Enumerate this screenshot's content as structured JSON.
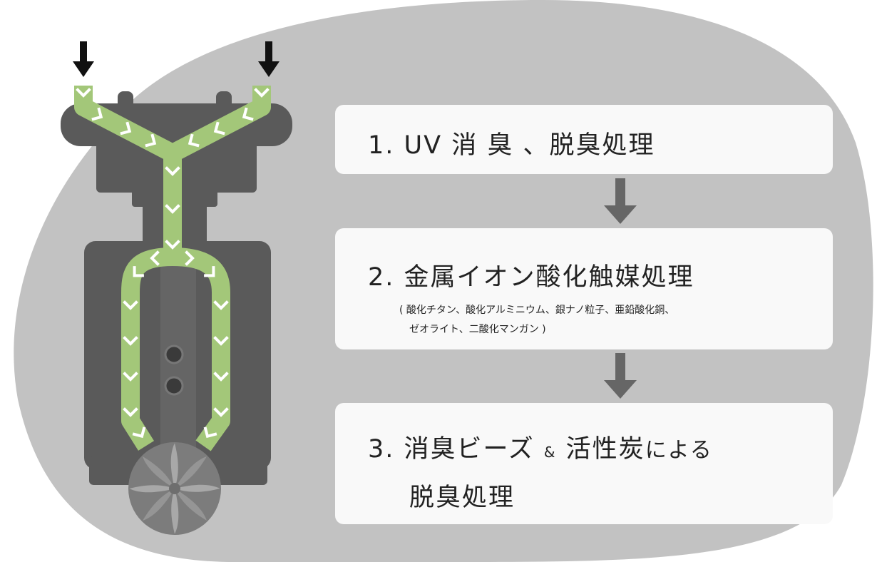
{
  "colors": {
    "background_blob": "#c2c2c2",
    "card": "#f9f9f9",
    "flow_green": "#a3c779",
    "chevron": "#ffffff",
    "device_gray": "#5a5a5a",
    "connector_arrow": "#666666",
    "intake_arrow": "#111111",
    "text": "#222222"
  },
  "diagram": {
    "intake_arrows": [
      "arrow-down-icon",
      "arrow-down-icon"
    ],
    "fan_icon": "fan-icon"
  },
  "steps": [
    {
      "title": "1. UV 消 臭 、脱臭処理"
    },
    {
      "title": "2. 金属イオン酸化触媒処理",
      "sub_line1": "( 酸化チタン、酸化アルミニウム、銀ナノ粒子、亜鉛酸化銅、",
      "sub_line2": "ゼオライト、二酸化マンガン )"
    },
    {
      "title_part1": "3. 消臭ビーズ",
      "title_amp": "&",
      "title_part2": "活性炭",
      "title_tail": "による",
      "title_line2": "脱臭処理"
    }
  ]
}
